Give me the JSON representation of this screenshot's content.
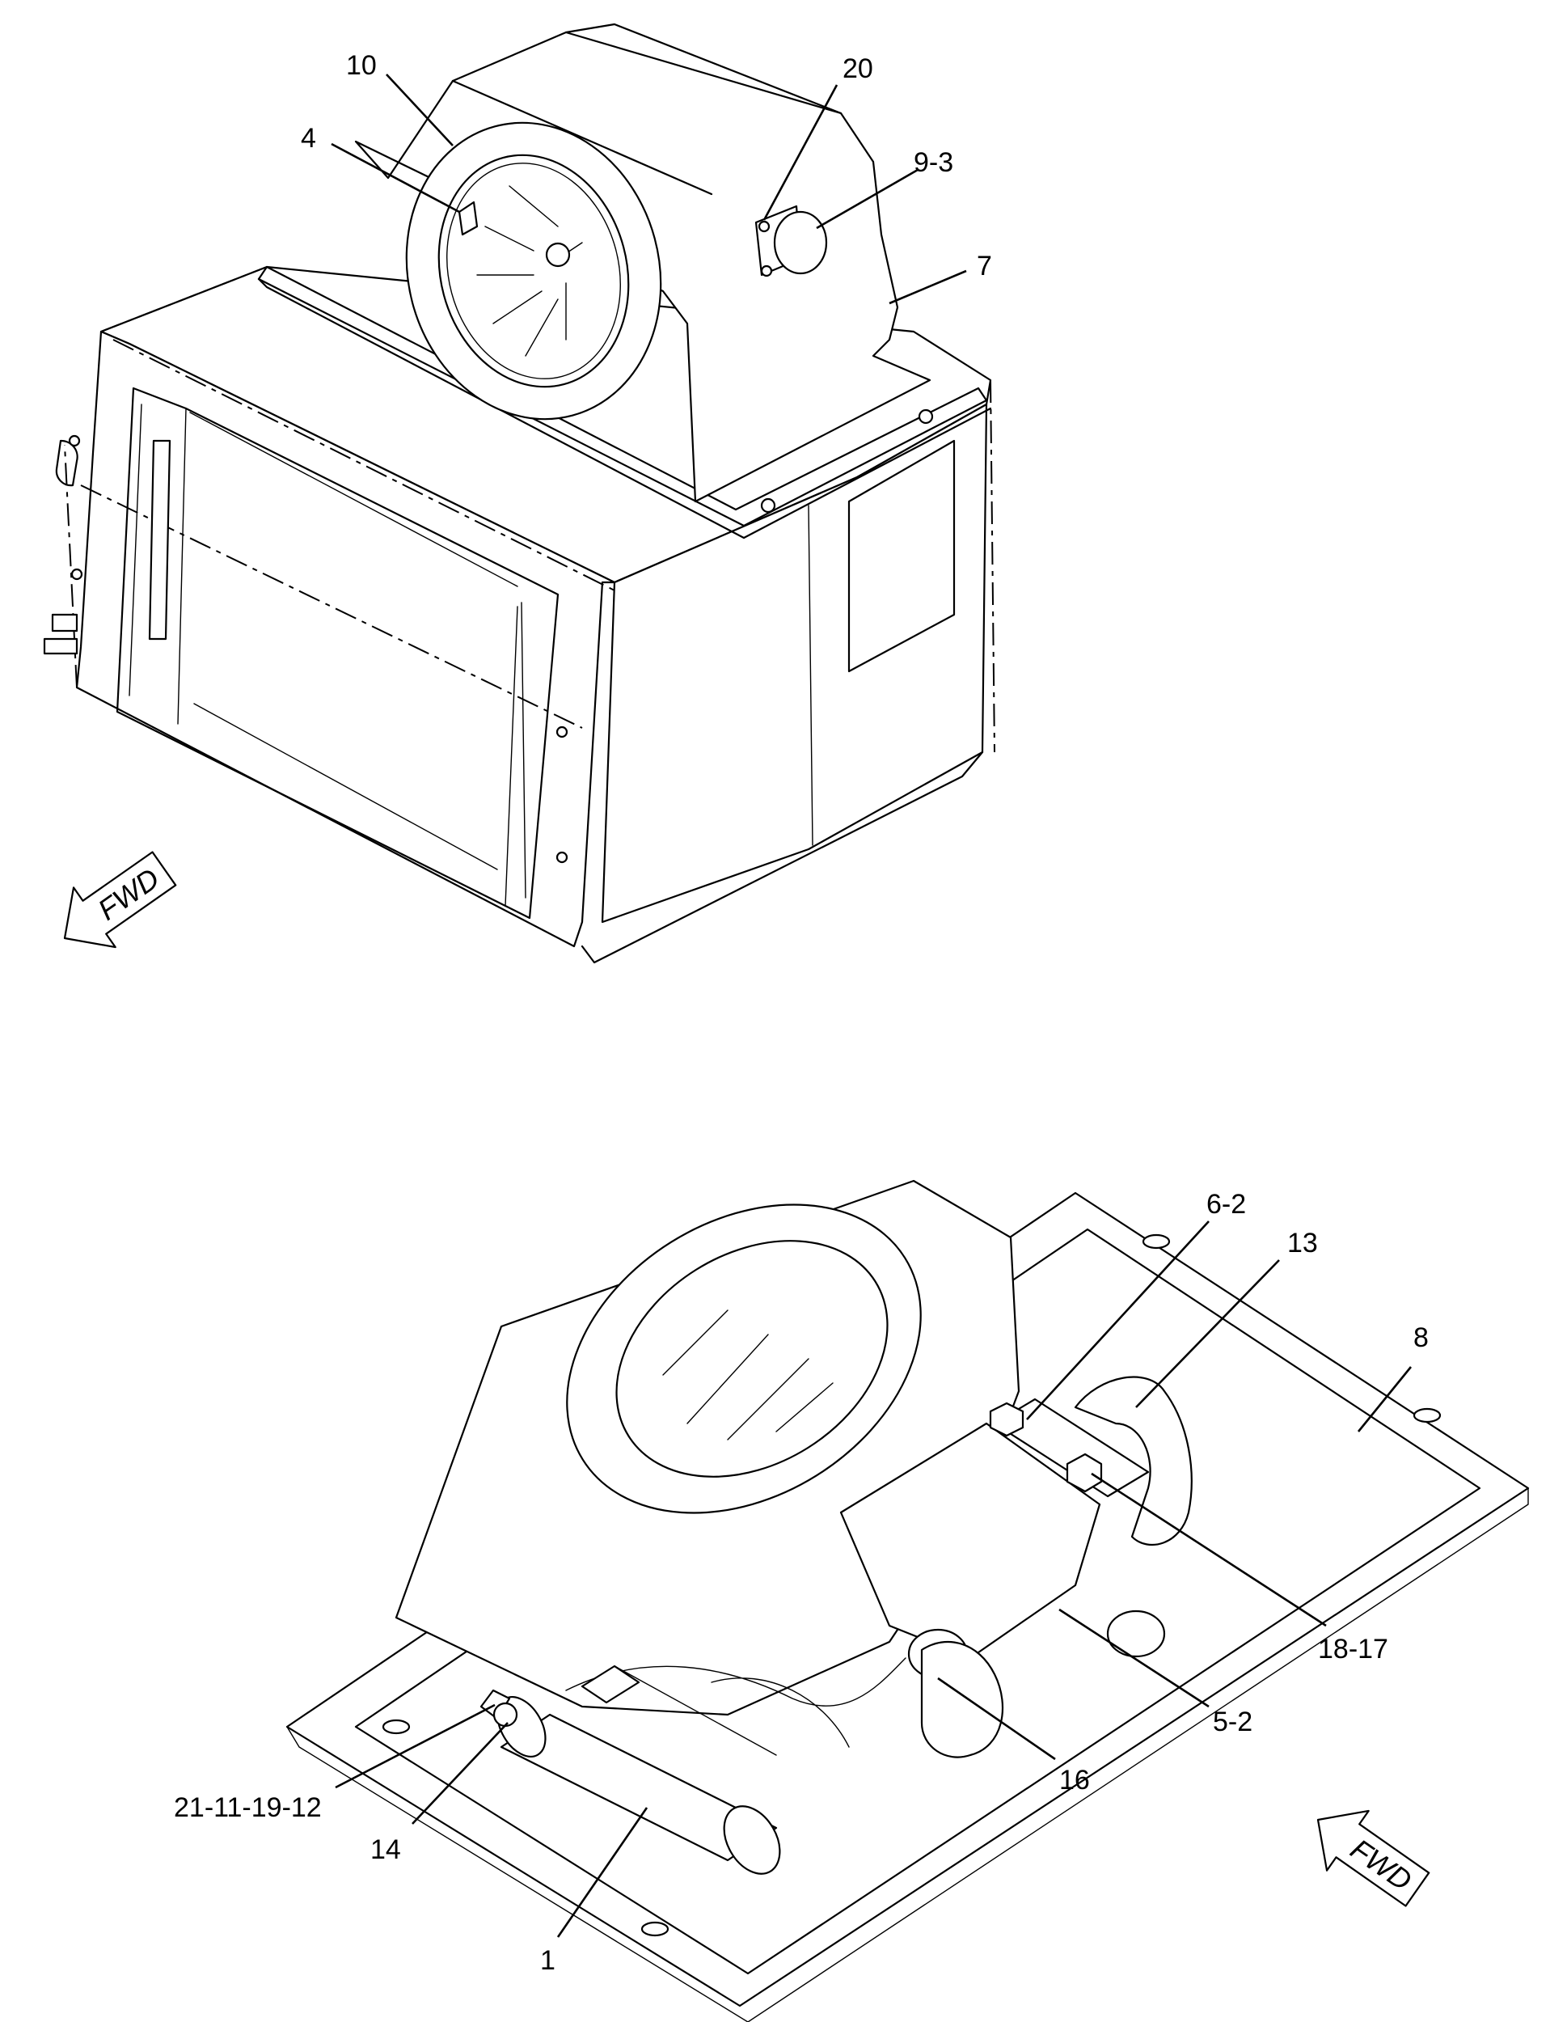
{
  "callouts": {
    "c10": "10",
    "c4": "4",
    "c20": "20",
    "c9_3": "9-3",
    "c7": "7",
    "c6_2": "6-2",
    "c13": "13",
    "c8": "8",
    "c18_17": "18-17",
    "c5_2": "5-2",
    "c16": "16",
    "c21_11_19_12": "21-11-19-12",
    "c14": "14",
    "c1": "1"
  },
  "direction_arrows": {
    "top": "FWD",
    "bottom": "FWD"
  }
}
